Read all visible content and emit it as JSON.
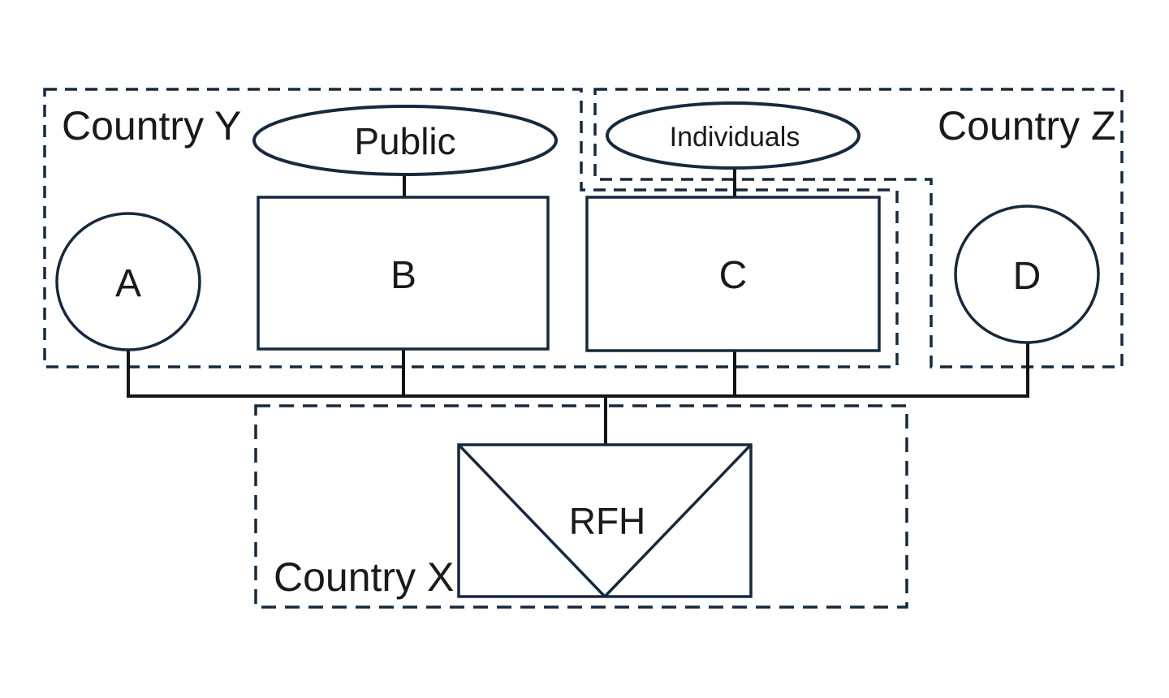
{
  "diagram": {
    "kind": "entity-ownership-structure",
    "regions": [
      {
        "id": "country_y",
        "label": "Country Y",
        "border": "dashed",
        "shape": "l-shaped",
        "contains": [
          "A",
          "B",
          "C"
        ]
      },
      {
        "id": "country_z",
        "label": "Country Z",
        "border": "dashed",
        "shape": "l-shaped",
        "contains": [
          "Individuals",
          "D"
        ]
      },
      {
        "id": "country_x",
        "label": "Country X",
        "border": "dashed",
        "shape": "rectangle",
        "contains": [
          "RFH"
        ]
      }
    ],
    "nodes": [
      {
        "id": "a",
        "label": "A",
        "shape": "circle"
      },
      {
        "id": "b",
        "label": "B",
        "shape": "rectangle"
      },
      {
        "id": "public",
        "label": "Public",
        "shape": "ellipse"
      },
      {
        "id": "c",
        "label": "C",
        "shape": "rectangle"
      },
      {
        "id": "individuals",
        "label": "Individuals",
        "shape": "ellipse"
      },
      {
        "id": "d",
        "label": "D",
        "shape": "circle"
      },
      {
        "id": "rfh",
        "label": "RFH",
        "shape": "envelope-rectangle"
      }
    ],
    "edges": [
      {
        "from": "Public",
        "to": "B"
      },
      {
        "from": "Individuals",
        "to": "C"
      },
      {
        "from": "A",
        "to": "RFH"
      },
      {
        "from": "B",
        "to": "RFH"
      },
      {
        "from": "C",
        "to": "RFH"
      },
      {
        "from": "D",
        "to": "RFH"
      }
    ]
  },
  "colors": {
    "outline": "#17293C",
    "connector": "#111418",
    "text": "#1A1A1A",
    "background": "#FFFFFF"
  }
}
